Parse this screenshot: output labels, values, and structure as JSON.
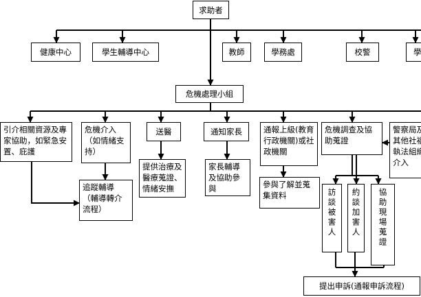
{
  "root": "求助者",
  "top_level": {
    "health": "健康中心",
    "counseling": "學生輔導中心",
    "teacher": "教師",
    "academic": "學務處",
    "police": "校警",
    "partial": "學"
  },
  "crisis_team": "危機處理小組",
  "actions": {
    "referral": "引介相關資源及專家協助，如緊急安置、庇護",
    "intervention": "危機介入（如情緒支持）",
    "hospital": "送醫",
    "notify_parent": "通知家長",
    "report": "通報上級(教育行政機關)或社政機關",
    "investigate": "危機調查及協助蒐證",
    "police_outside": "警察局及其他社福執法組織介入"
  },
  "followups": {
    "tracking": "追蹤輔導（輔導轉介流程）",
    "treatment": "提供治療及醫療蒐證、情緒安撫",
    "parent_counsel": "家長輔導及協助參與",
    "assist_collect": "參與了解並蒐集資料"
  },
  "investigation_steps": {
    "victim": "訪談被害人",
    "offender": "約談加害人",
    "scene": "協助現場蒐證"
  },
  "final": "提出申訴(通報申訴流程)"
}
